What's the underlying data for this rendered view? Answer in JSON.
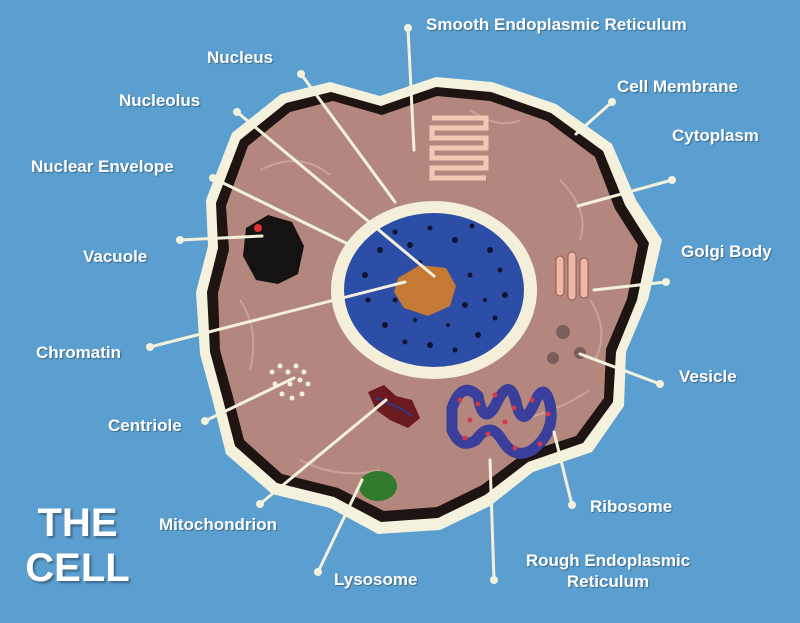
{
  "title": {
    "line1": "THE",
    "line2": "CELL"
  },
  "labels": {
    "smooth_er": "Smooth Endoplasmic Reticulum",
    "nucleus": "Nucleus",
    "cell_membrane": "Cell Membrane",
    "nucleolus": "Nucleolus",
    "cytoplasm": "Cytoplasm",
    "nuclear_envelope": "Nuclear Envelope",
    "vacuole": "Vacuole",
    "golgi_body": "Golgi Body",
    "chromatin": "Chromatin",
    "vesicle": "Vesicle",
    "centriole": "Centriole",
    "ribosome": "Ribosome",
    "mitochondrion": "Mitochondrion",
    "rough_er_line1": "Rough Endoplasmic",
    "rough_er_line2": "Reticulum",
    "lysosome": "Lysosome"
  },
  "colors": {
    "background": "#5b9fd0",
    "membrane_glow": "#f4f2dc",
    "membrane": "#1e1412",
    "cytoplasm": "#b4877e",
    "nucleus": "#2c4ea6",
    "nucleolus": "#c47a34",
    "vacuole": "#151212",
    "mitochondrion": "#6b1a1e",
    "lysosome": "#2f7a2c",
    "rough_er": "#3a3f9c",
    "ribosome": "#d23a4a",
    "smooth_er": "#f0c9b5",
    "golgi": "#f0b8a4",
    "pointer": "#f3f0dc"
  }
}
